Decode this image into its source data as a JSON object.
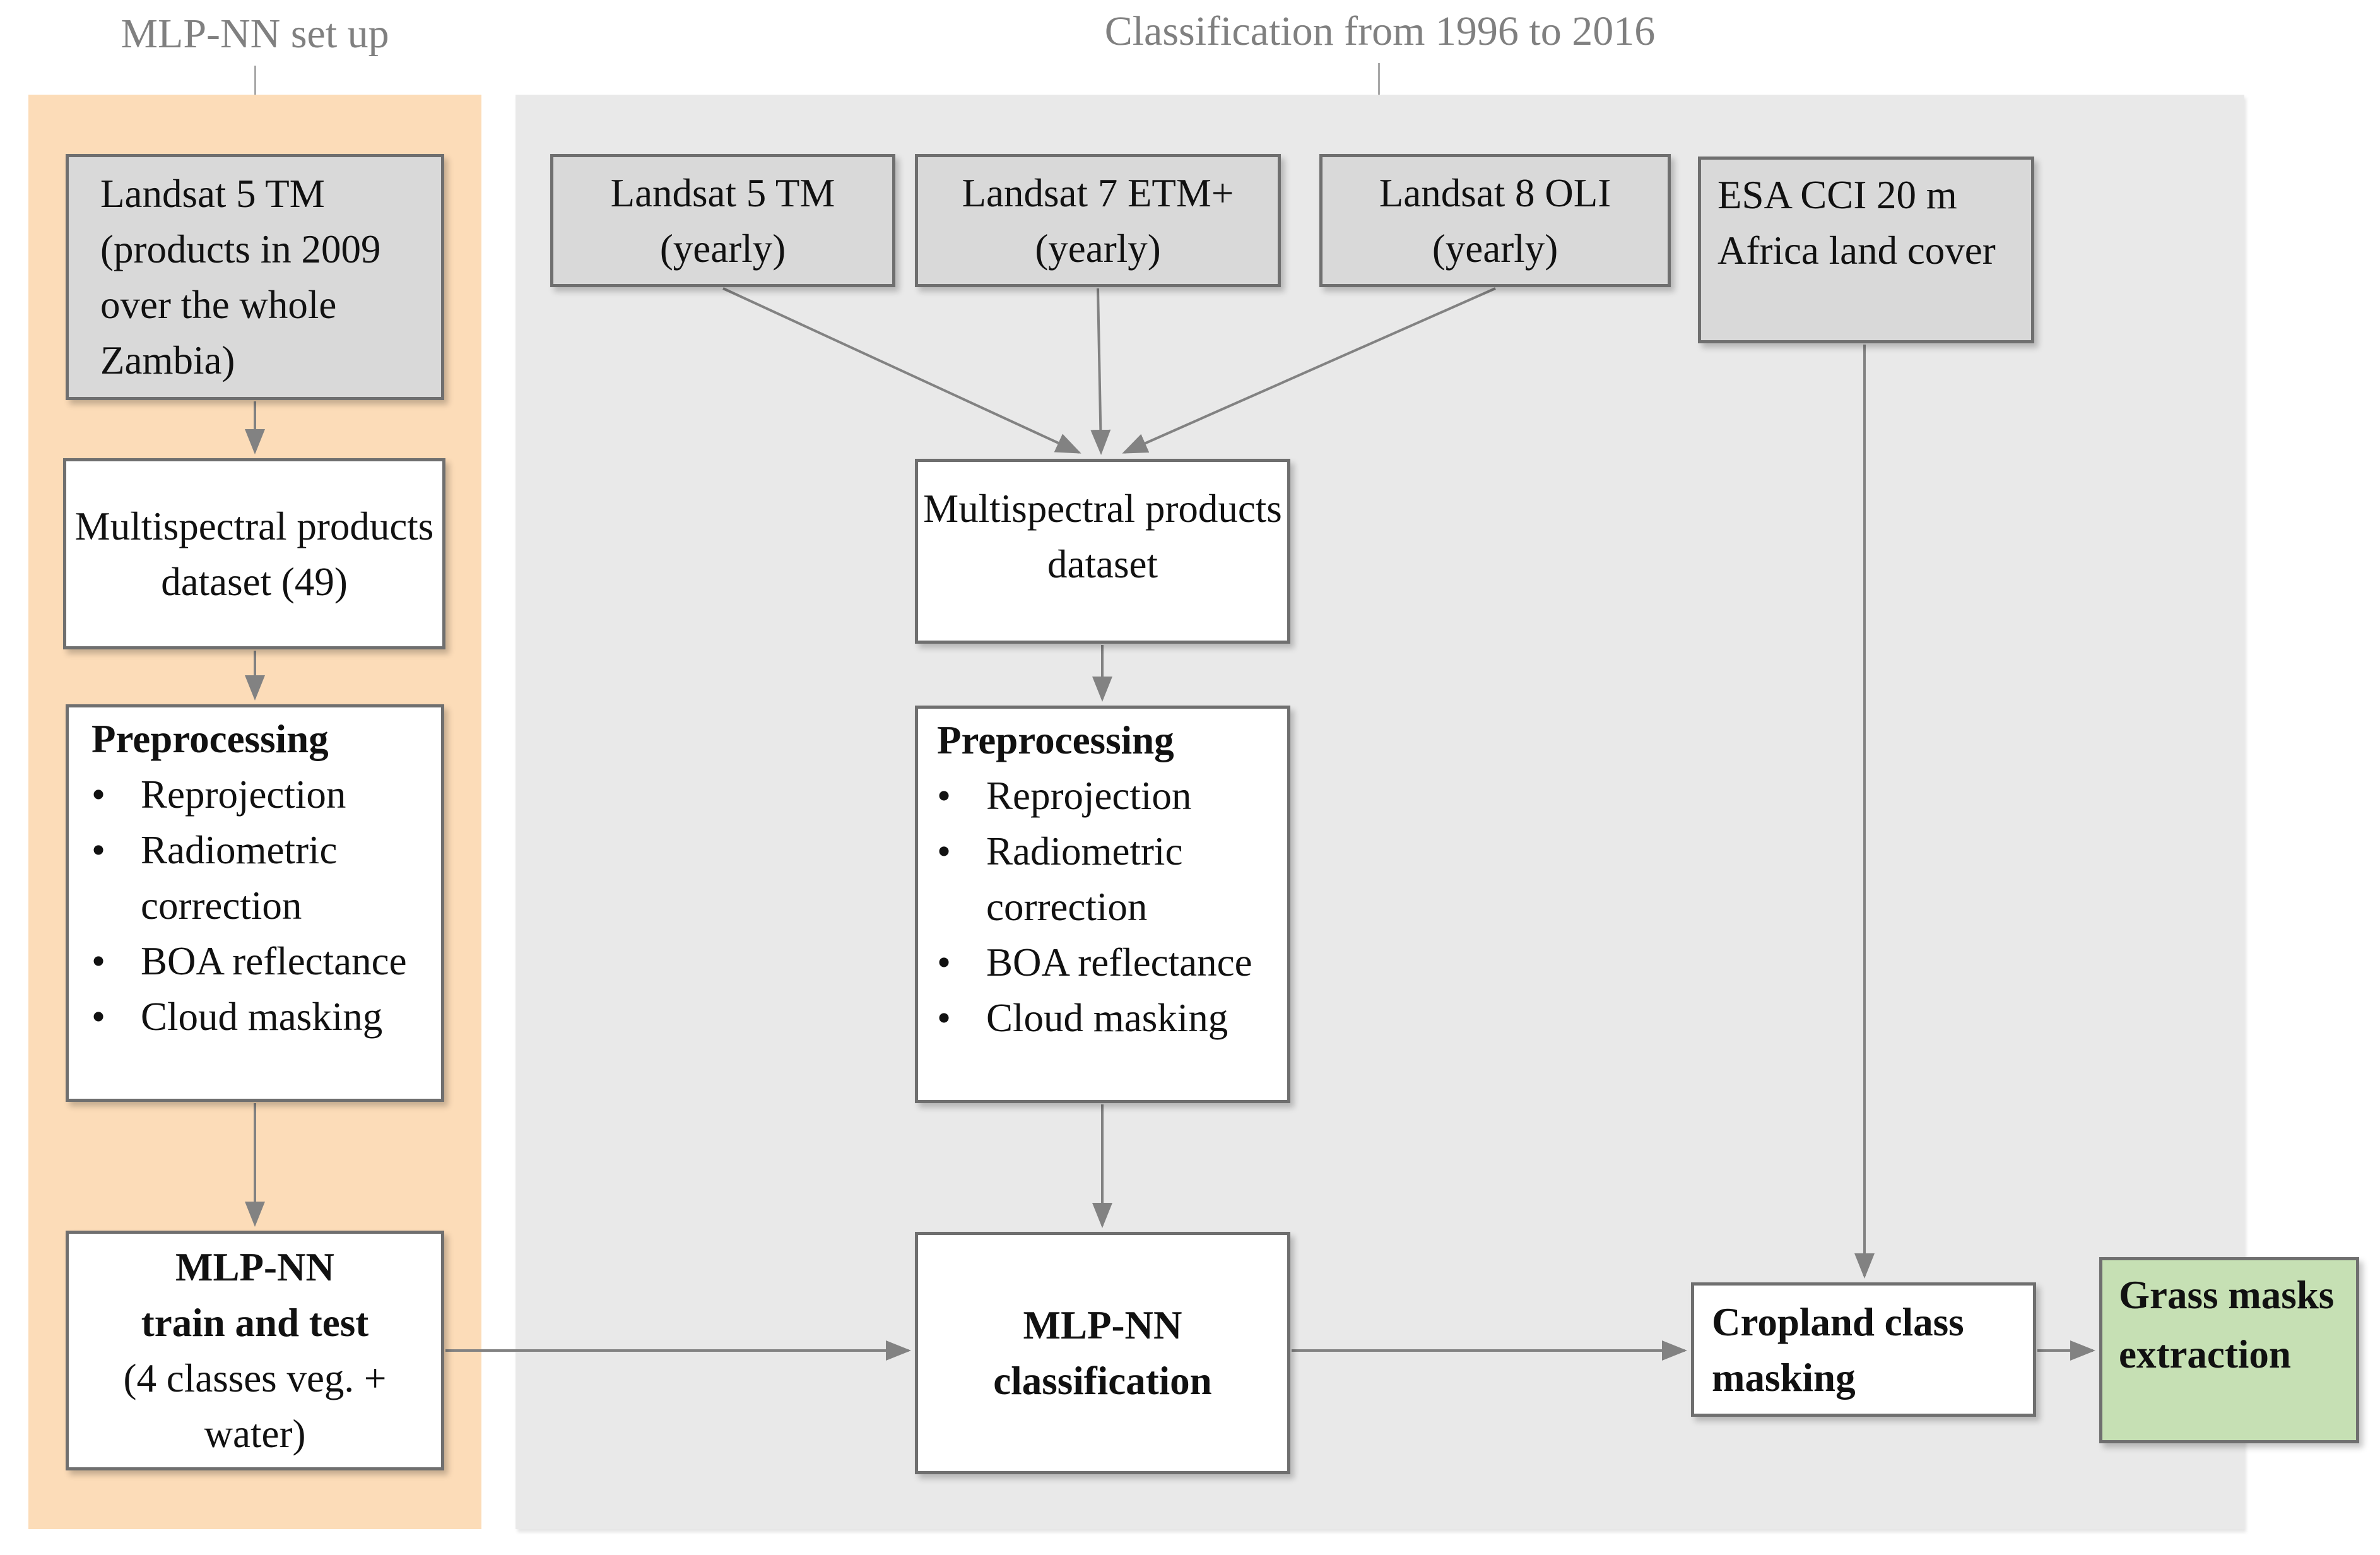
{
  "titles": {
    "left": "MLP-NN set up",
    "right": "Classification from 1996 to 2016"
  },
  "ui": {
    "bullet": "•"
  },
  "colors": {
    "left_panel_bg": "#fcdcb8",
    "right_panel_bg": "#e9e9e9",
    "gray_box_bg": "#d9d9d9",
    "green_box_bg": "#c6e0b4",
    "box_border": "#6f6f6f",
    "arrow": "#828282",
    "section_title_text": "#808080"
  },
  "left_panel": {
    "landsat5_2009": "Landsat 5 TM (products in 2009 over the whole Zambia)",
    "multispectral_dataset_49": "Multispectral products dataset (49)",
    "preprocessing": {
      "title": "Preprocessing",
      "items": [
        "Reprojection",
        "Radiometric correction",
        "BOA reflectance",
        "Cloud masking"
      ]
    },
    "mlp_train": {
      "line1": "MLP-NN",
      "line2": "train and test",
      "line3": "(4 classes veg. + water)"
    }
  },
  "right_panel": {
    "landsat5_yearly": "Landsat 5 TM (yearly)",
    "landsat7_yearly": "Landsat 7 ETM+ (yearly)",
    "landsat8_yearly": "Landsat 8 OLI (yearly)",
    "esa_cci": "ESA CCI 20 m Africa land cover",
    "multispectral_dataset": "Multispectral products dataset",
    "preprocessing": {
      "title": "Preprocessing",
      "items": [
        "Reprojection",
        "Radiometric correction",
        "BOA reflectance",
        "Cloud masking"
      ]
    },
    "mlp_classification": {
      "line1": "MLP-NN",
      "line2": "classification"
    },
    "cropland_masking": "Cropland class masking",
    "grass_masks": "Grass masks extraction"
  }
}
